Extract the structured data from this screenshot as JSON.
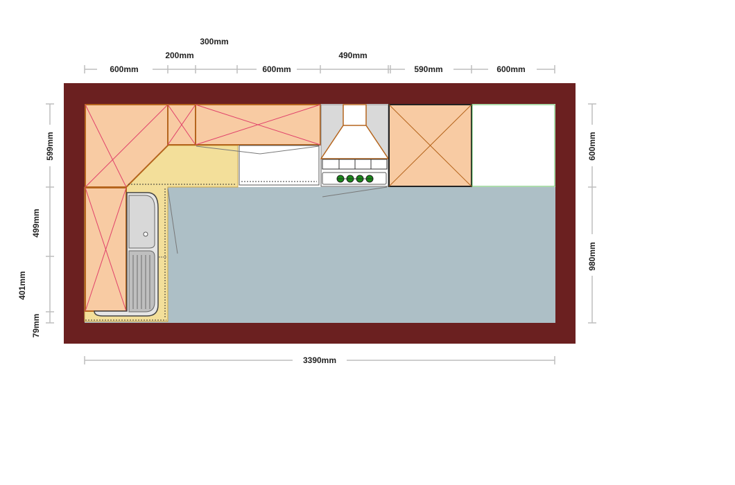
{
  "colors": {
    "wall": "#6b2020",
    "floor": "#adbfc6",
    "cabinet": "#f8cba3",
    "cabinet_edge": "#b5651d",
    "worktop": "#f3df9a",
    "diagonal": "#e0406a",
    "fridge_edge": "#58b858"
  },
  "dimensions": {
    "top_row1": {
      "d600a": "600mm",
      "d200": "200mm",
      "d600b": "600mm",
      "d590": "590mm",
      "d600c": "600mm"
    },
    "top_row2": {
      "d300": "300mm",
      "d490": "490mm"
    },
    "left": {
      "d599": "599mm",
      "d499": "499mm",
      "d401": "401mm",
      "d79": "79mm"
    },
    "right": {
      "d600": "600mm",
      "d980": "980mm"
    },
    "bottom": {
      "total": "3390mm"
    }
  },
  "fixtures": {
    "hob_burner_count": 4,
    "burner_icon": "burner-icon"
  }
}
